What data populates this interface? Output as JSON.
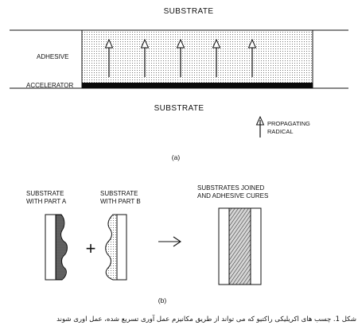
{
  "panel_a": {
    "top_label": "SUBSTRATE",
    "adhesive_label": "ADHESIVE",
    "accelerator_label": "ACCELERATOR",
    "bottom_label": "SUBSTRATE",
    "radical_label_line1": "PROPAGATING",
    "radical_label_line2": "RADICAL",
    "panel_label": "(a)",
    "arrow_count": 5
  },
  "panel_b": {
    "part_a_line1": "SUBSTRATE",
    "part_a_line2": "WITH PART A",
    "part_b_line1": "SUBSTRATE",
    "part_b_line2": "WITH PART B",
    "joined_line1": "SUBSTRATES JOINED",
    "joined_line2": "AND ADHESIVE CURES",
    "plus_sign": "+",
    "panel_label": "(b)"
  },
  "caption": {
    "text": "شکل 1. چسب های اکریلیکی راکتیو که می تواند از طریق مکانیزم عمل آوری تسریع شده، عمل اوری شوند"
  },
  "colors": {
    "ink": "#111111",
    "paper": "#ffffff"
  }
}
